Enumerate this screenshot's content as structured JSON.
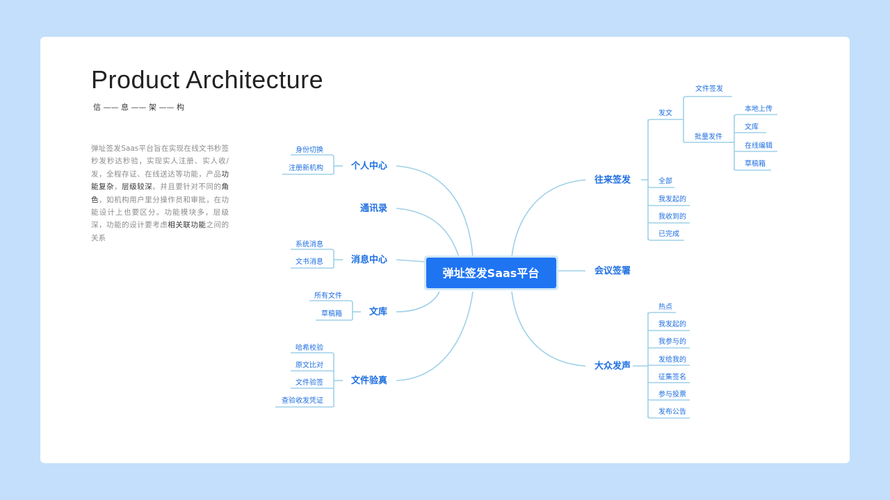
{
  "header": {
    "title": "Product Architecture",
    "subtitle": "信 —— 息 —— 架 —— 构"
  },
  "description": {
    "p1": "弹址签发Saas平台旨在实现在线文书秒签秒发秒达秒验，实现实人注册、实人收/发，全程存证、在线送达等功能，产品",
    "em1": "功能复杂",
    "p2": "，",
    "em2": "层级较深",
    "p3": "。并且要针对不同的",
    "em3": "角色",
    "p4": "，如机构用户里分操作员和审批，在功能设计上也要区分。功能模块多，层级深，功能的设计要考虑",
    "em4": "相关联功能",
    "p5": "之间的关系"
  },
  "diagram": {
    "center": "弹址签发Saas平台",
    "left": {
      "personal": {
        "label": "个人中心",
        "items": [
          "身份切换",
          "注册新机构"
        ]
      },
      "contacts": {
        "label": "通讯录"
      },
      "messages": {
        "label": "消息中心",
        "items": [
          "系统消息",
          "文书消息"
        ]
      },
      "library": {
        "label": "文库",
        "items": [
          "所有文件",
          "草稿箱"
        ]
      },
      "verify": {
        "label": "文件验真",
        "items": [
          "哈希校验",
          "原文比对",
          "文件验签",
          "查验收发凭证"
        ]
      }
    },
    "right": {
      "exchange": {
        "label": "往来签发",
        "send": "发文",
        "file_sign": "文件签发",
        "batch": "批量发件",
        "batch_items": [
          "本地上传",
          "文库",
          "在线编辑",
          "草稿箱"
        ],
        "items": [
          "全部",
          "我发起的",
          "我收到的",
          "已完成"
        ]
      },
      "meeting": {
        "label": "会议签署"
      },
      "public": {
        "label": "大众发声",
        "items": [
          "热点",
          "我发起的",
          "我参与的",
          "发给我的",
          "征集签名",
          "参与投票",
          "发布公告"
        ]
      }
    }
  }
}
